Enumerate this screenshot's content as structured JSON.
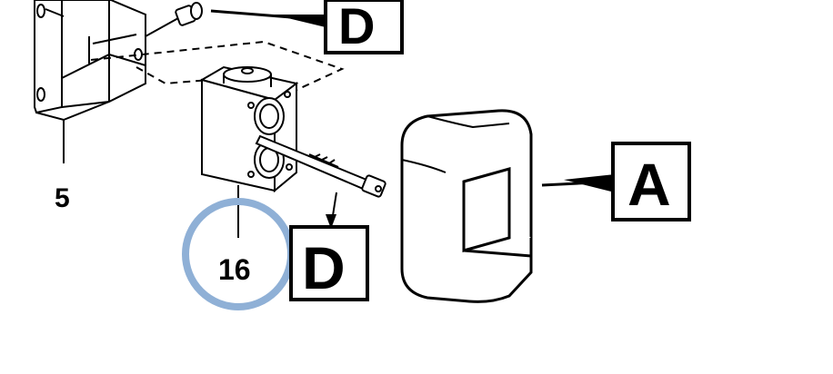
{
  "diagram": {
    "labels": {
      "part_5": "5",
      "part_16": "16",
      "callout_d_top": "D",
      "callout_d_bottom": "D",
      "callout_a": "A"
    },
    "colors": {
      "line": "#000000",
      "highlight_circle": "#8fb0d6",
      "part_fill": "#ffffff"
    }
  }
}
